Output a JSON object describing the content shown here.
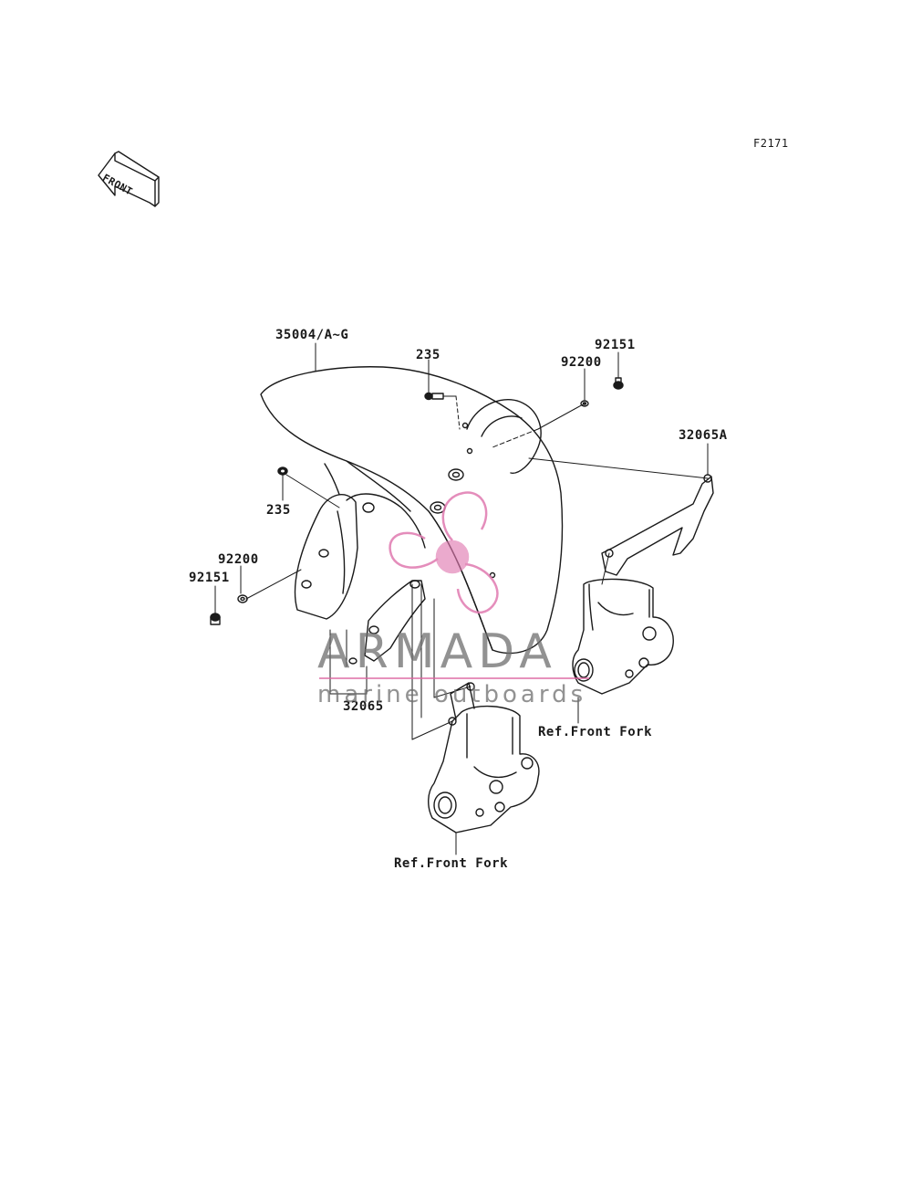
{
  "figure_id": "F2171",
  "front_arrow_text": "FRONT",
  "callouts": [
    {
      "id": "fender",
      "text": "35004/A~G"
    },
    {
      "id": "bolt-235-top",
      "text": "235"
    },
    {
      "id": "bolt-92151-top",
      "text": "92151"
    },
    {
      "id": "washer-92200-top",
      "text": "92200"
    },
    {
      "id": "bracket-32065a",
      "text": "32065A"
    },
    {
      "id": "bolt-235-left",
      "text": "235"
    },
    {
      "id": "washer-92200-left",
      "text": "92200"
    },
    {
      "id": "bolt-92151-left",
      "text": "92151"
    },
    {
      "id": "bracket-32065",
      "text": "32065"
    },
    {
      "id": "ref-fork-right",
      "text": "Ref.Front Fork"
    },
    {
      "id": "ref-fork-bottom",
      "text": "Ref.Front Fork"
    }
  ],
  "watermark": {
    "title": "ARMADA",
    "subtitle": "marine outboards",
    "accent_color": "#e07ab0"
  },
  "colors": {
    "line": "#1a1a1a",
    "background": "#ffffff"
  }
}
